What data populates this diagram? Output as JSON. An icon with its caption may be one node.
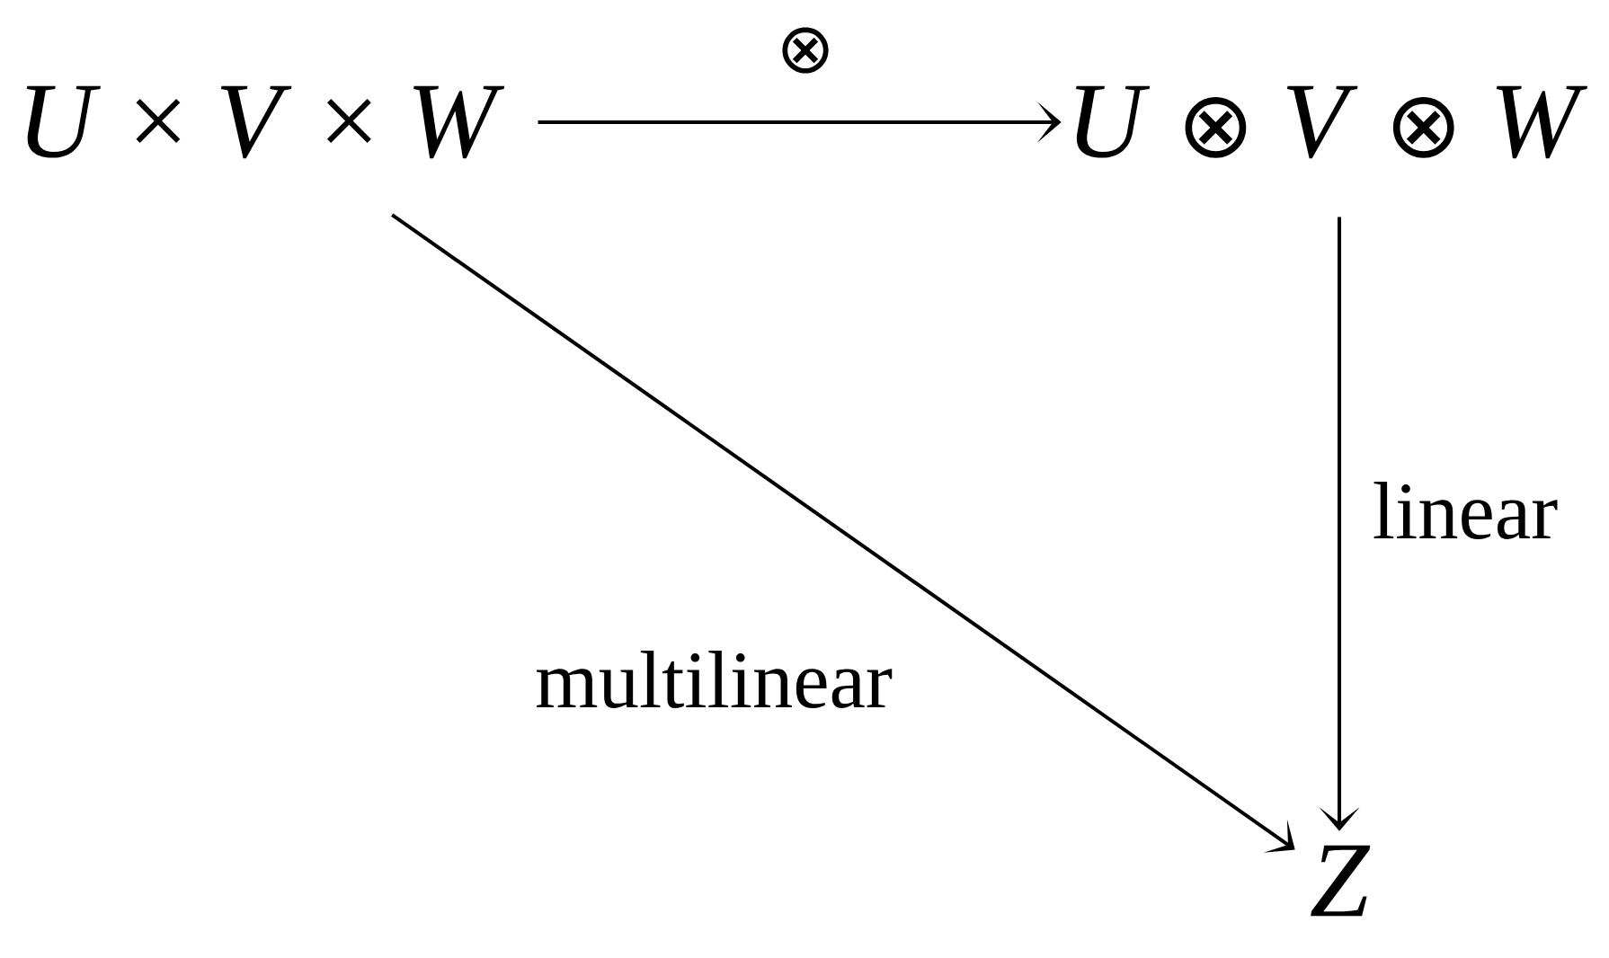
{
  "diagram": {
    "nodes": [
      {
        "text": [
          "*U* × *V* × *W*"
        ]
      },
      {
        "text": [
          "*U* ⊗ *V* ⊗ *W*"
        ]
      },
      {
        "text": [
          "Z"
        ]
      }
    ],
    "edges": [
      {
        "from": 0,
        "to": 1,
        "arrow": "to",
        "label": "⊗"
      },
      {
        "from": 0,
        "to": 2,
        "arrow": "to",
        "label": "multilinear"
      },
      {
        "from": 1,
        "to": 2,
        "arrow": "to",
        "label": "linear"
      }
    ]
  }
}
